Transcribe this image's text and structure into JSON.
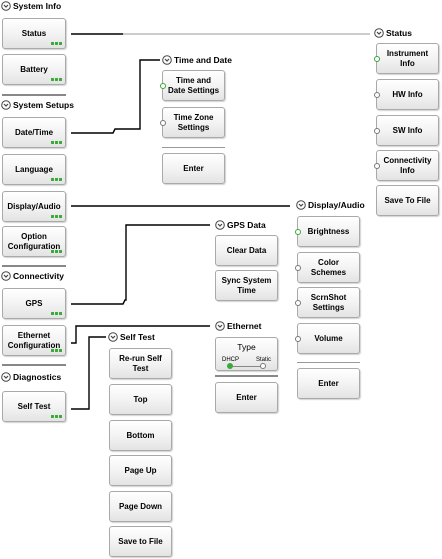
{
  "sections": {
    "system_info": "System Info",
    "system_setups": "System Setups",
    "connectivity": "Connectivity",
    "diagnostics": "Diagnostics",
    "status": "Status",
    "time_and_date": "Time and Date",
    "gps_data": "GPS Data",
    "ethernet": "Ethernet",
    "self_test": "Self Test",
    "display_audio": "Display/Audio"
  },
  "main_menu": {
    "status": "Status",
    "battery": "Battery",
    "date_time": "Date/Time",
    "language": "Language",
    "display_audio": "Display/Audio",
    "option_configuration": "Option Configuration",
    "gps": "GPS",
    "ethernet_configuration": "Ethernet Configuration",
    "self_test": "Self Test"
  },
  "status_menu": {
    "instrument_info": "Instrument Info",
    "hw_info": "HW Info",
    "sw_info": "SW Info",
    "connectivity_info": "Connectivity Info",
    "save_to_file": "Save To File"
  },
  "time_date_menu": {
    "time_and_date_settings": "Time and Date Settings",
    "time_zone_settings": "Time Zone Settings",
    "enter": "Enter"
  },
  "gps_data_menu": {
    "clear_data": "Clear Data",
    "sync_system_time": "Sync System Time"
  },
  "ethernet_menu": {
    "type": "Type",
    "dhcp": "DHCP",
    "static": "Static",
    "enter": "Enter"
  },
  "self_test_menu": {
    "rerun_self_test": "Re-run Self Test",
    "top": "Top",
    "bottom": "Bottom",
    "page_up": "Page Up",
    "page_down": "Page Down",
    "save_to_file": "Save to File"
  },
  "display_audio_menu": {
    "brightness": "Brightness",
    "color_schemes": "Color Schemes",
    "scrnshot_settings": "ScrnShot Settings",
    "volume": "Volume",
    "enter": "Enter"
  },
  "colors": {
    "accent_green": "#3aaa35",
    "button_border": "#a9a9a9",
    "line": "#000000"
  },
  "icons": {
    "section_header": "circled-chevron-down-icon",
    "submenu_indicator": "green-dots-icon"
  }
}
